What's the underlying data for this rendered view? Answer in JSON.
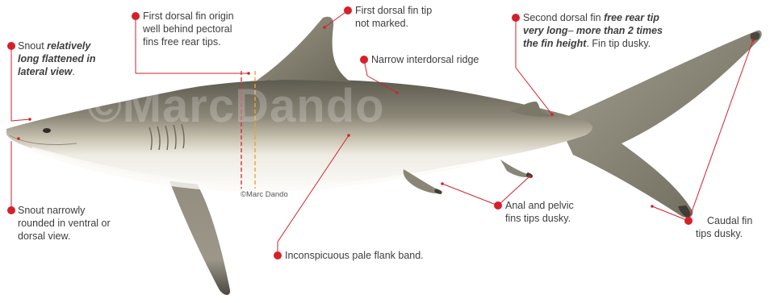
{
  "watermark": "©MarcDando",
  "credit": "©Marc Dando",
  "colors": {
    "dot": "#d5202a",
    "leader": "#d5202a",
    "body_dark": "#6f6b5e",
    "body_light": "#f4f2ec",
    "fin": "#8a8677",
    "line_red": "#d9303a",
    "line_yellow": "#f0a32a"
  },
  "annotations": {
    "snout_lateral": {
      "plain": "Snout ",
      "bold_1": "relatively",
      "bold_2": "long flattened in",
      "bold_3": "lateral view",
      "end": "."
    },
    "first_dorsal_origin": {
      "line1": "First dorsal fin origin",
      "line2": "well behind pectoral",
      "line3": "fins free rear tips."
    },
    "first_dorsal_tip": {
      "line1": "First dorsal fin tip",
      "line2": "not marked."
    },
    "second_dorsal": {
      "plain1": "Second dorsal fin ",
      "bold1": "free rear tip",
      "bold2": "very long",
      "plain2": "– ",
      "bold3": "more than 2 times",
      "bold4": "the fin height",
      "plain3": ". Fin tip dusky."
    },
    "interdorsal": {
      "text": "Narrow interdorsal ridge"
    },
    "snout_ventral": {
      "line1": "Snout narrowly",
      "line2": "rounded in ventral or",
      "line3": "dorsal view."
    },
    "flank_band": {
      "text": "Inconspicuous pale flank band."
    },
    "anal_pelvic": {
      "line1": "Anal and pelvic",
      "line2": "fins tips dusky."
    },
    "caudal": {
      "line1": "Caudal fin",
      "line2": "tips dusky."
    }
  }
}
